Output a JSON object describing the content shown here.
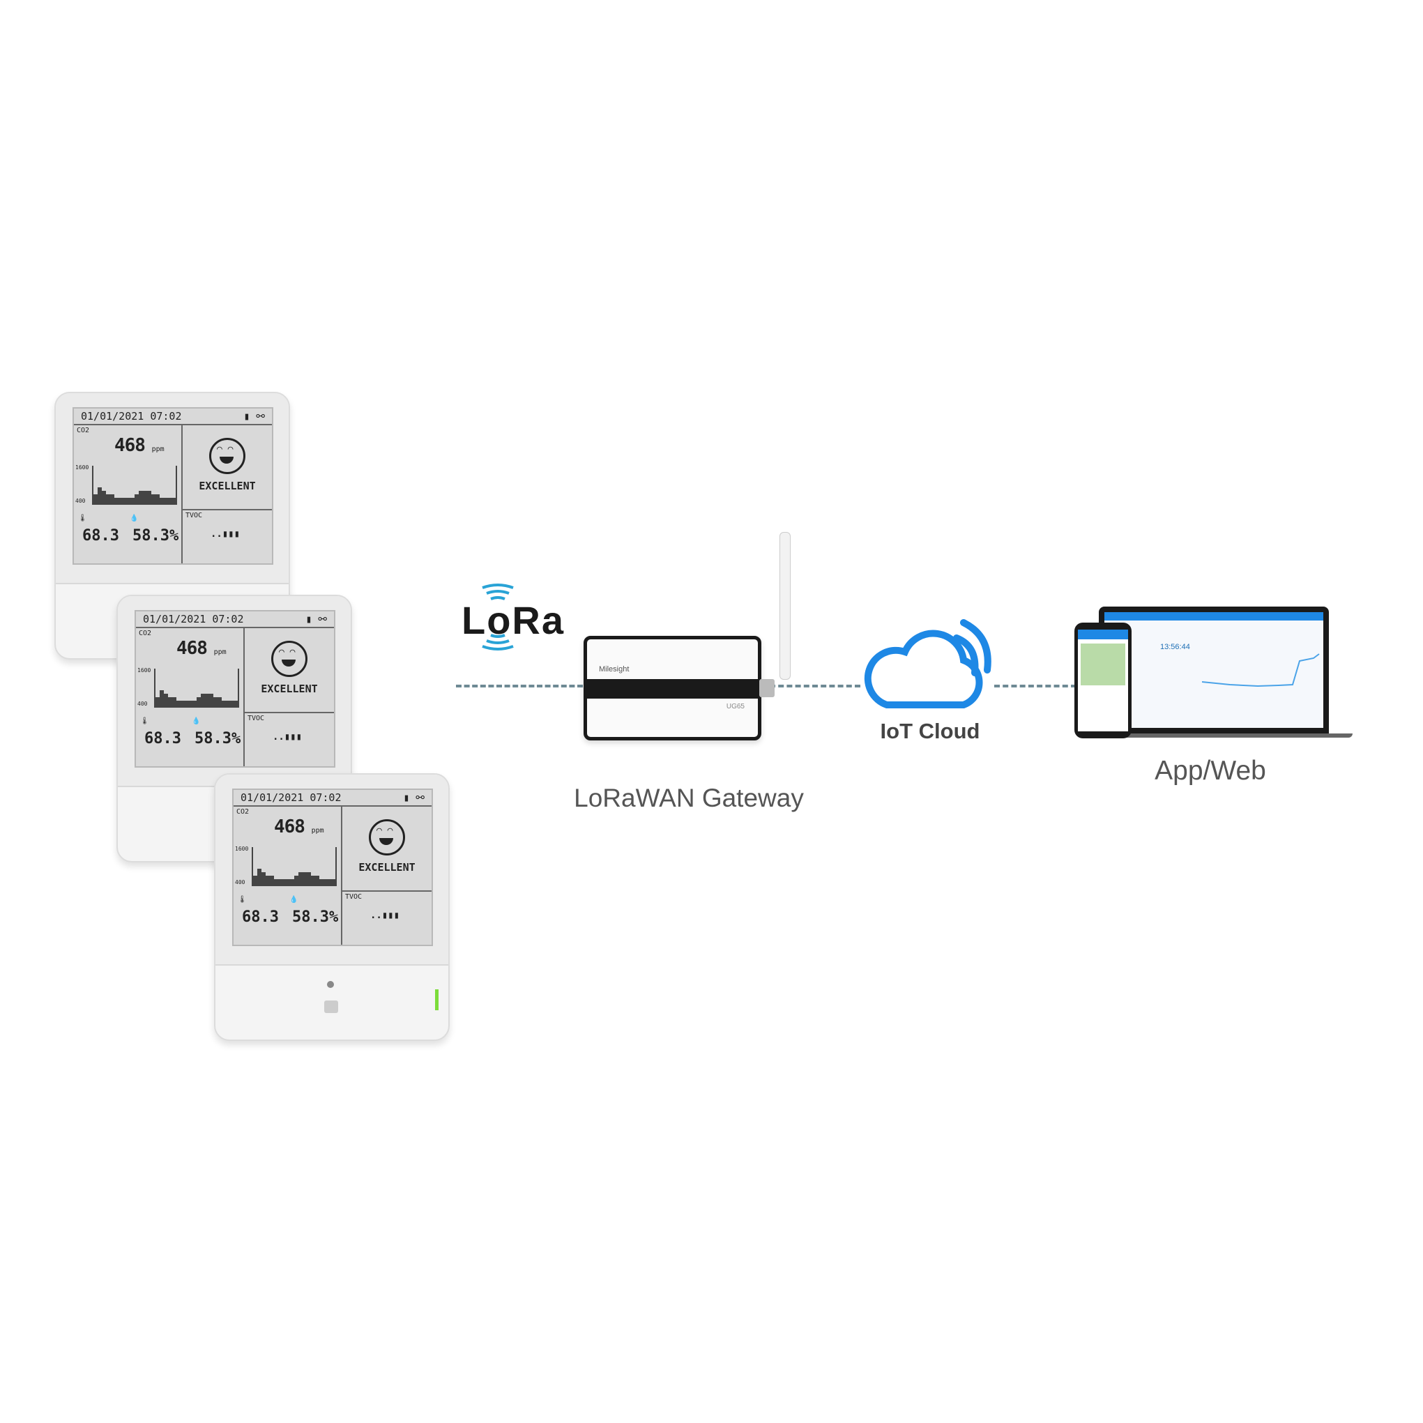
{
  "device": {
    "datetime": "01/01/2021 07:02",
    "co2_label": "CO2",
    "co2_value": "468",
    "co2_unit": "ppm",
    "axis_max": "1600",
    "axis_min": "400",
    "status": "EXCELLENT",
    "temperature": "68.3",
    "humidity": "58.3%",
    "tvoc_label": "TVOC",
    "chart_values": [
      3,
      5,
      4,
      3,
      3,
      2,
      2,
      2,
      2,
      2,
      3,
      4,
      4,
      4,
      3,
      3,
      2,
      2,
      2,
      2
    ]
  },
  "lora_logo": "LoRa",
  "gateway": {
    "label": "LoRaWAN Gateway",
    "brand": "Milesight",
    "model": "UG65"
  },
  "cloud": {
    "label": "IoT Cloud",
    "color": "#1e88e5"
  },
  "app": {
    "label": "App/Web",
    "clock": "13:56:44"
  }
}
